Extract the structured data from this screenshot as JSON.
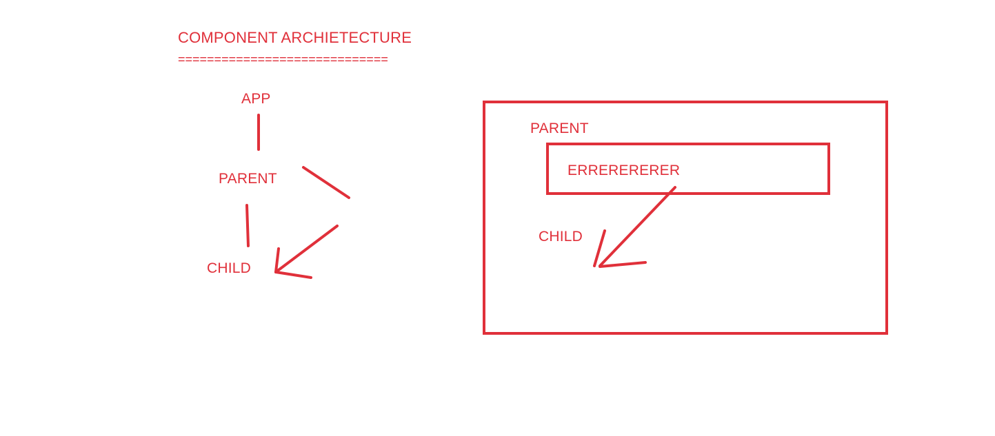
{
  "title": "COMPONENT ARCHIETECTURE",
  "title_rule": "=============================",
  "tree": {
    "app_label": "APP",
    "parent_label": "PARENT",
    "child_label": "CHILD"
  },
  "boundary_box": {
    "parent_label": "PARENT",
    "error_label": "ERRERERERER",
    "child_label": "CHILD"
  },
  "colors": {
    "ink": "#e0303a",
    "background": "#ffffff"
  }
}
